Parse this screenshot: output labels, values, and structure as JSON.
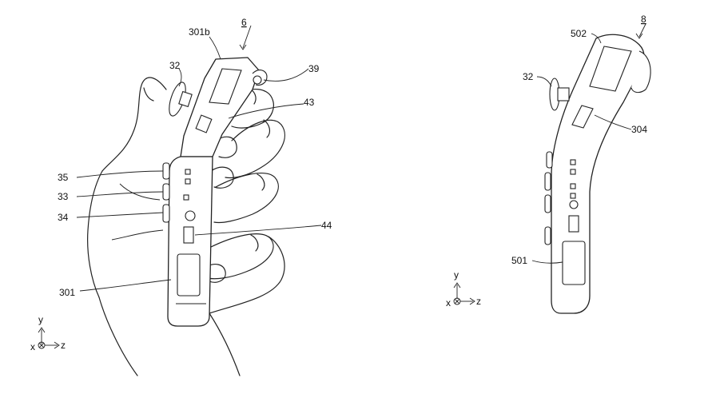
{
  "figure_left": {
    "figure_number": "6",
    "labels": [
      "301b",
      "32",
      "39",
      "43",
      "35",
      "33",
      "34",
      "44",
      "301"
    ],
    "axes": {
      "y": "y",
      "x": "x",
      "z": "z"
    }
  },
  "figure_right": {
    "figure_number": "8",
    "labels": [
      "502",
      "32",
      "304",
      "501"
    ],
    "axes": {
      "y": "y",
      "x": "x",
      "z": "z"
    }
  }
}
